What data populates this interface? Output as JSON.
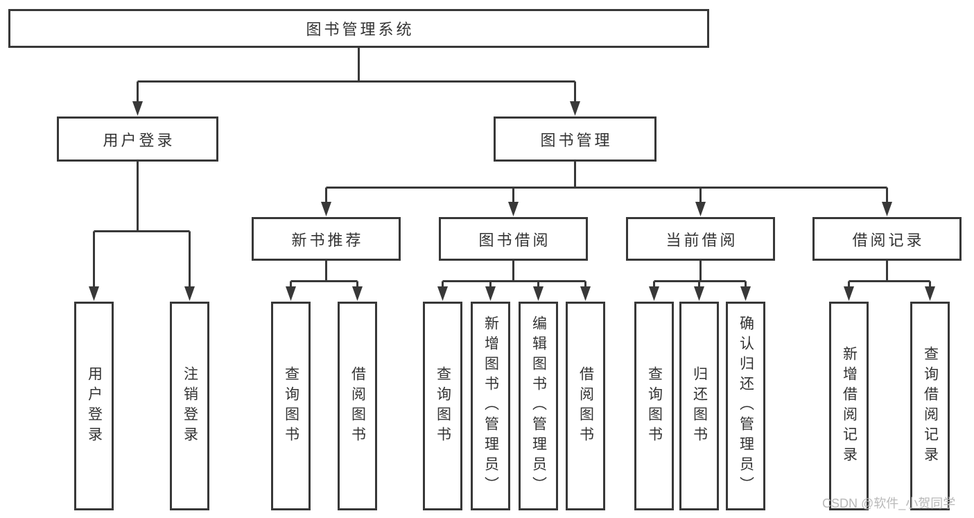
{
  "tree": {
    "label": "图书管理系统",
    "children": [
      {
        "label": "用户登录",
        "children": [
          {
            "label": "用户登录"
          },
          {
            "label": "注销登录"
          }
        ]
      },
      {
        "label": "图书管理",
        "children": [
          {
            "label": "新书推荐",
            "children": [
              {
                "label": "查询图书"
              },
              {
                "label": "借阅图书"
              }
            ]
          },
          {
            "label": "图书借阅",
            "children": [
              {
                "label": "查询图书"
              },
              {
                "label": "新增图书（管理员）"
              },
              {
                "label": "编辑图书（管理员）"
              },
              {
                "label": "借阅图书"
              }
            ]
          },
          {
            "label": "当前借阅",
            "children": [
              {
                "label": "查询图书"
              },
              {
                "label": "归还图书"
              },
              {
                "label": "确认归还（管理员）"
              }
            ]
          },
          {
            "label": "借阅记录",
            "children": [
              {
                "label": "新增借阅记录"
              },
              {
                "label": "查询借阅记录"
              }
            ]
          }
        ]
      }
    ]
  },
  "watermark": "CSDN @软件_小贺同学",
  "colors": {
    "line": "#383838",
    "box_border": "#383838",
    "box_fill": "#ffffff",
    "text": "#333333",
    "watermark": "#b9b9b9",
    "background": "#ffffff"
  }
}
